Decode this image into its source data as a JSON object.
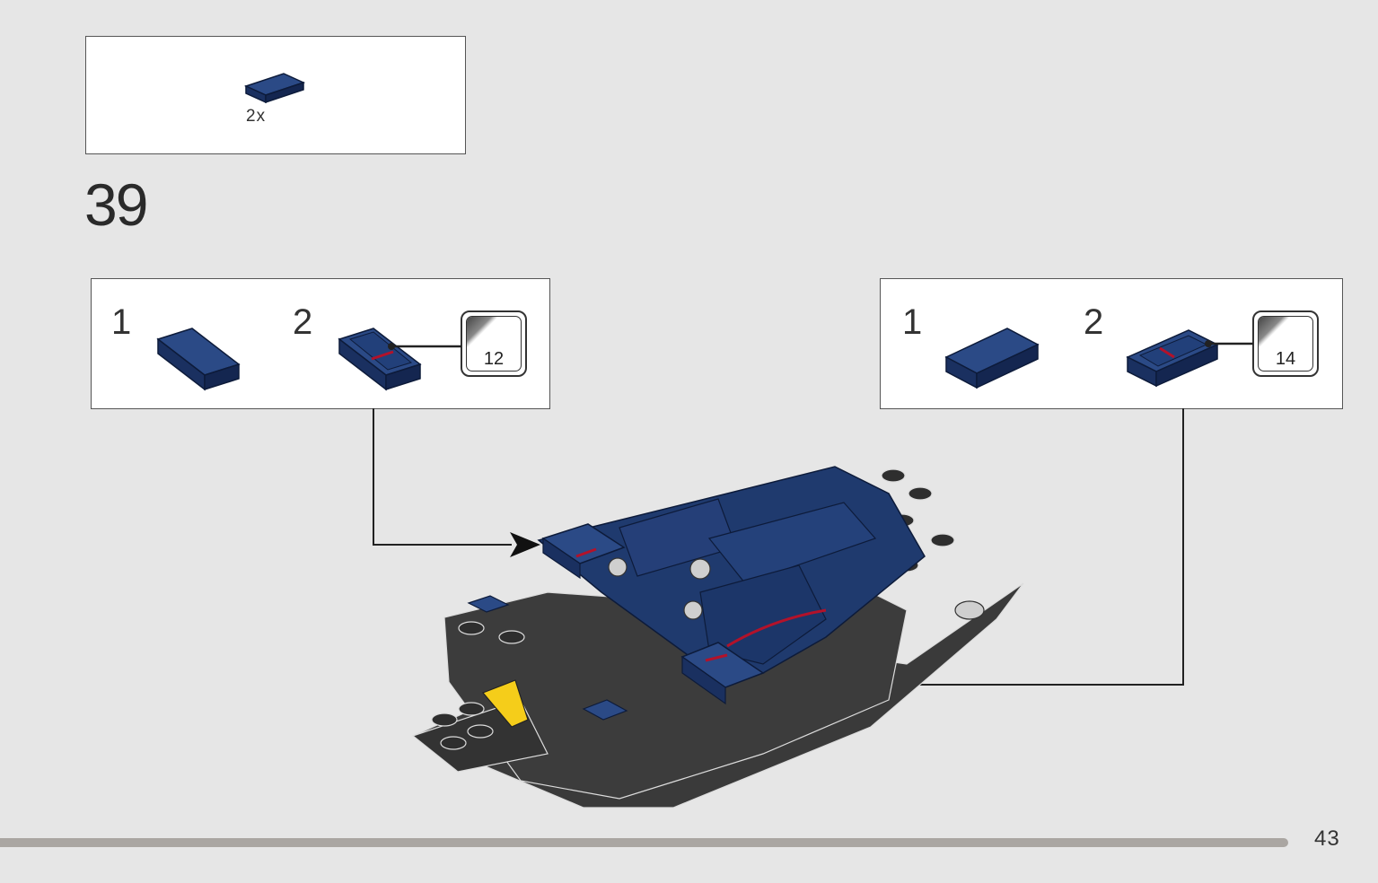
{
  "parts_list": {
    "quantity": "2x"
  },
  "step": {
    "number": "39"
  },
  "substeps": {
    "left": {
      "step1": "1",
      "step2": "2",
      "sticker": "12"
    },
    "right": {
      "step1": "1",
      "step2": "2",
      "sticker": "14"
    }
  },
  "page": {
    "number": "43"
  },
  "colors": {
    "tile_blue": "#1f3a6e",
    "sticker_red": "#b3122a",
    "chassis_dark": "#3a3a3a",
    "accent_yellow": "#f5cd1a",
    "background": "#e6e6e6"
  },
  "progress": 0.935
}
